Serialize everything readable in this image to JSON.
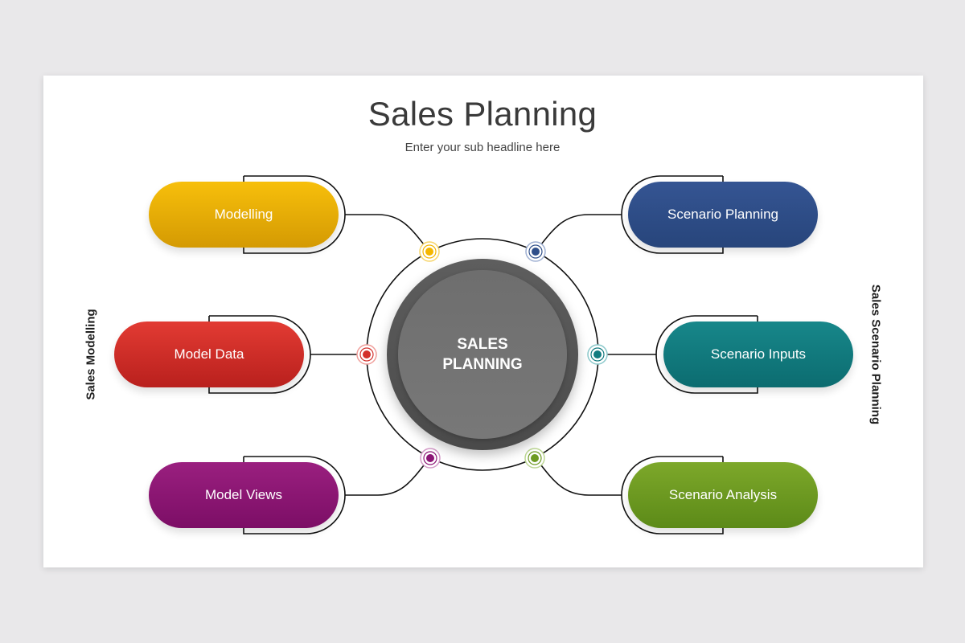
{
  "title": "Sales Planning",
  "subtitle": "Enter your sub headline here",
  "center": {
    "line1": "SALES",
    "line2": "PLANNING"
  },
  "side_labels": {
    "left": "Sales Modelling",
    "right": "Sales Scenario Planning"
  },
  "nodes": {
    "modelling": {
      "label": "Modelling",
      "color": "#f4b600"
    },
    "model_data": {
      "label": "Model Data",
      "color": "#d3302b"
    },
    "model_views": {
      "label": "Model Views",
      "color": "#8c1676"
    },
    "scenario_planning": {
      "label": "Scenario Planning",
      "color": "#2f4f8a"
    },
    "scenario_inputs": {
      "label": "Scenario Inputs",
      "color": "#127b7f"
    },
    "scenario_analysis": {
      "label": "Scenario Analysis",
      "color": "#6d9a22"
    }
  },
  "colors": {
    "background": "#e9e8ea",
    "hub": "#5a5a5a",
    "connector": "#111111"
  }
}
